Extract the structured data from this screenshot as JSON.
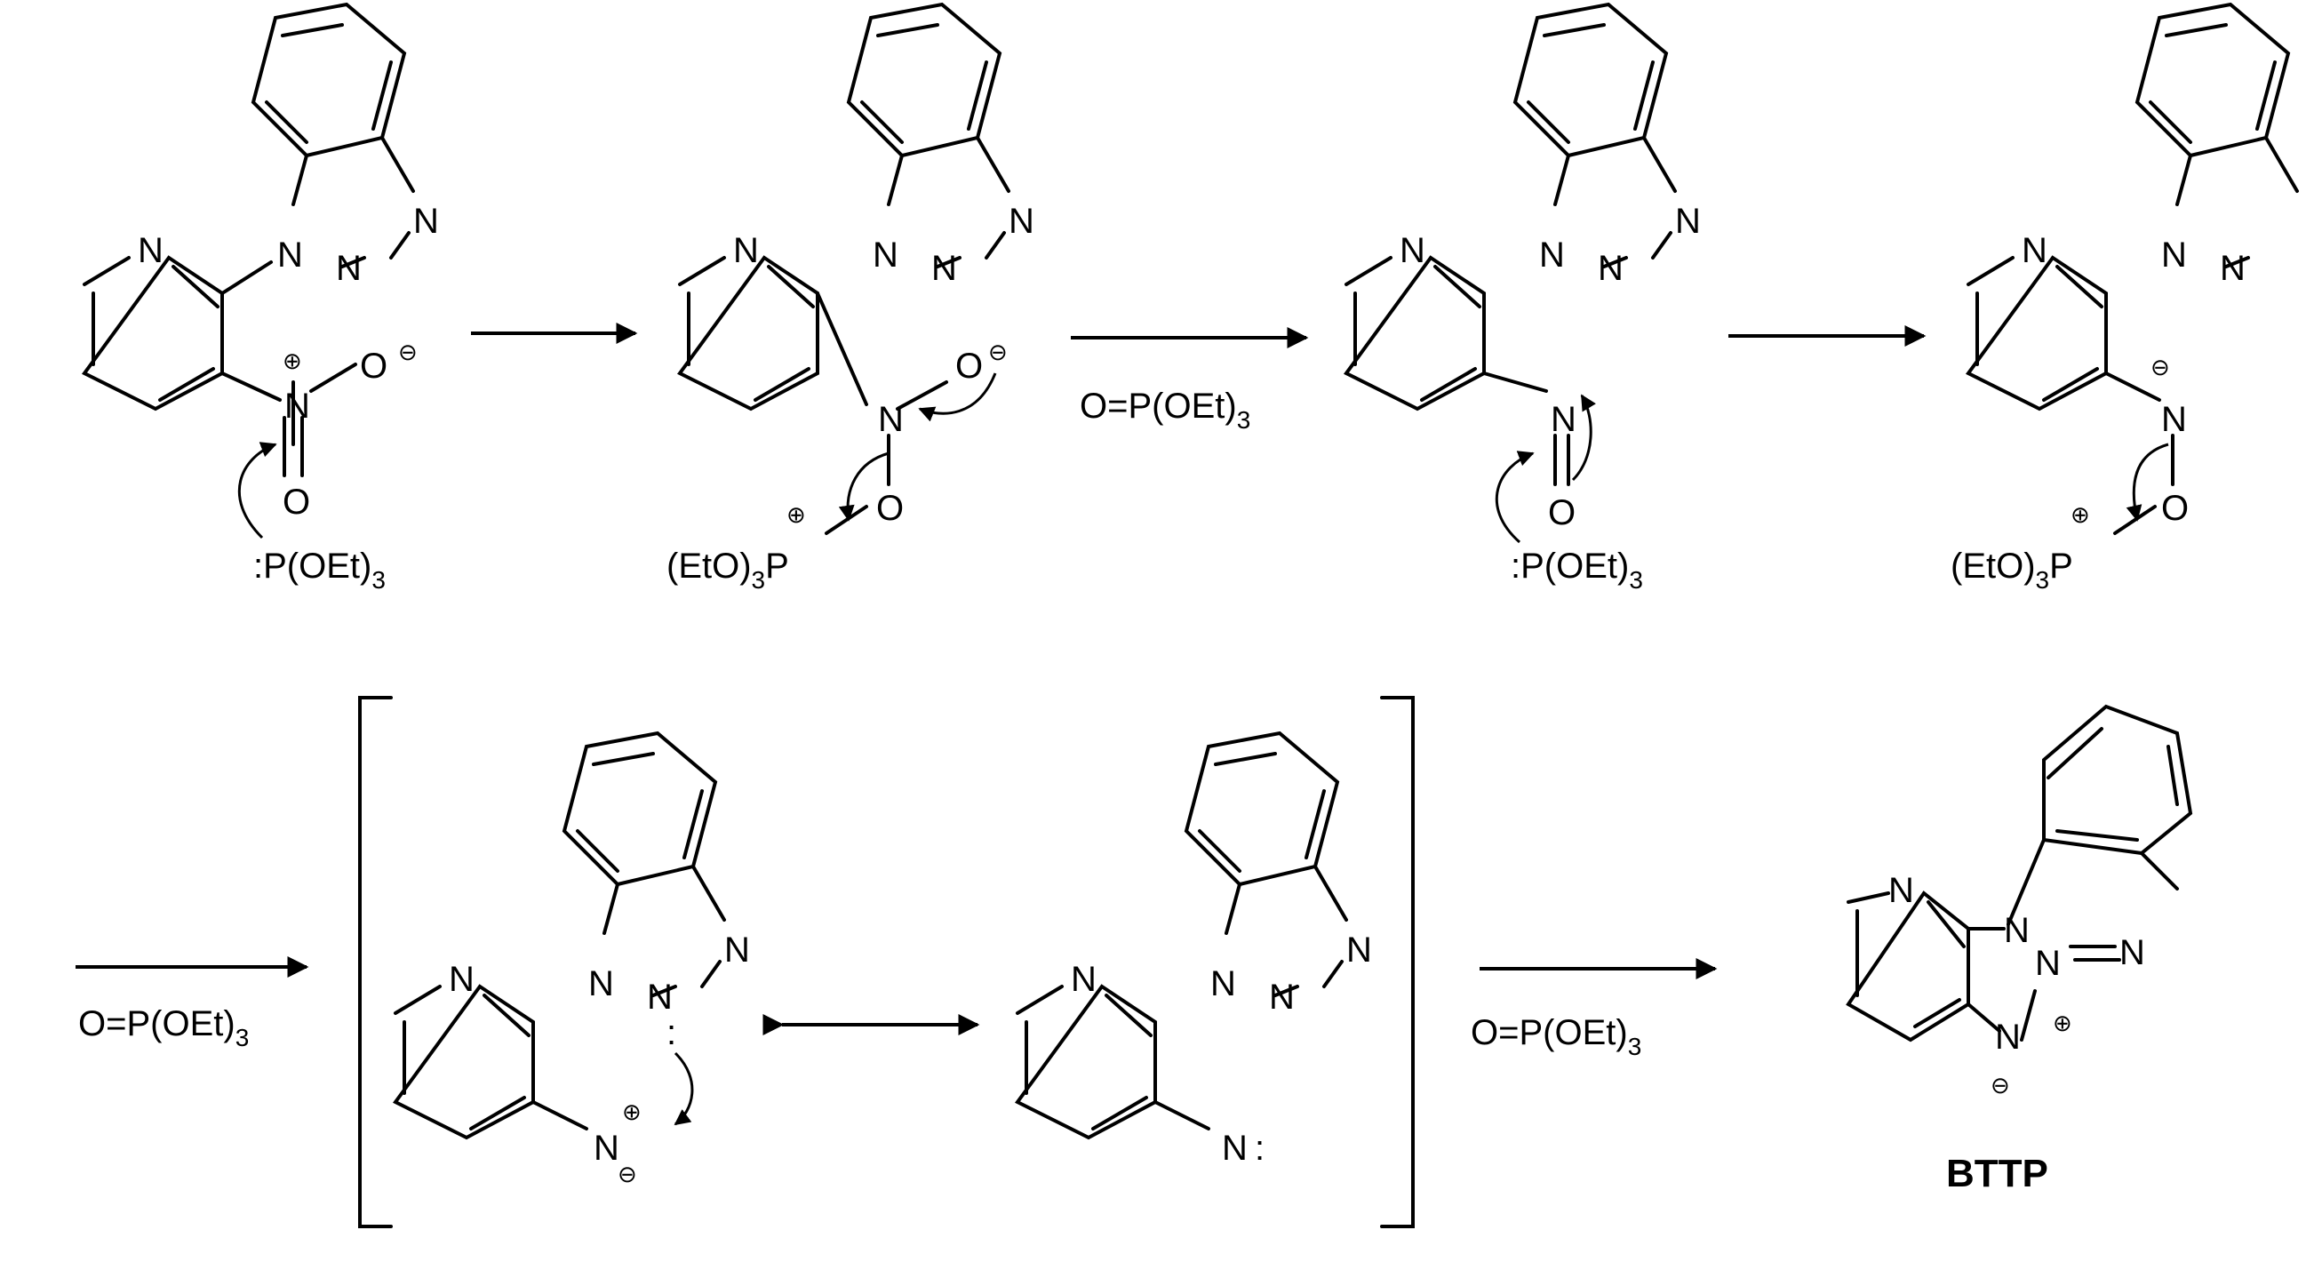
{
  "scheme": {
    "reagents": {
      "phosphite": ":P(OEt)",
      "phosphite_sub": "3",
      "phosphate": "O=P(OEt)",
      "phosphate_sub": "3",
      "phosphonium": "(EtO)",
      "phosphonium_sub": "3",
      "phosphonium_p": "P"
    },
    "atoms": {
      "N": "N",
      "O": "O"
    },
    "charges": {
      "plus": "⊕",
      "minus": "⊖"
    },
    "lone_pair": ":",
    "product_label": "BTTP"
  }
}
